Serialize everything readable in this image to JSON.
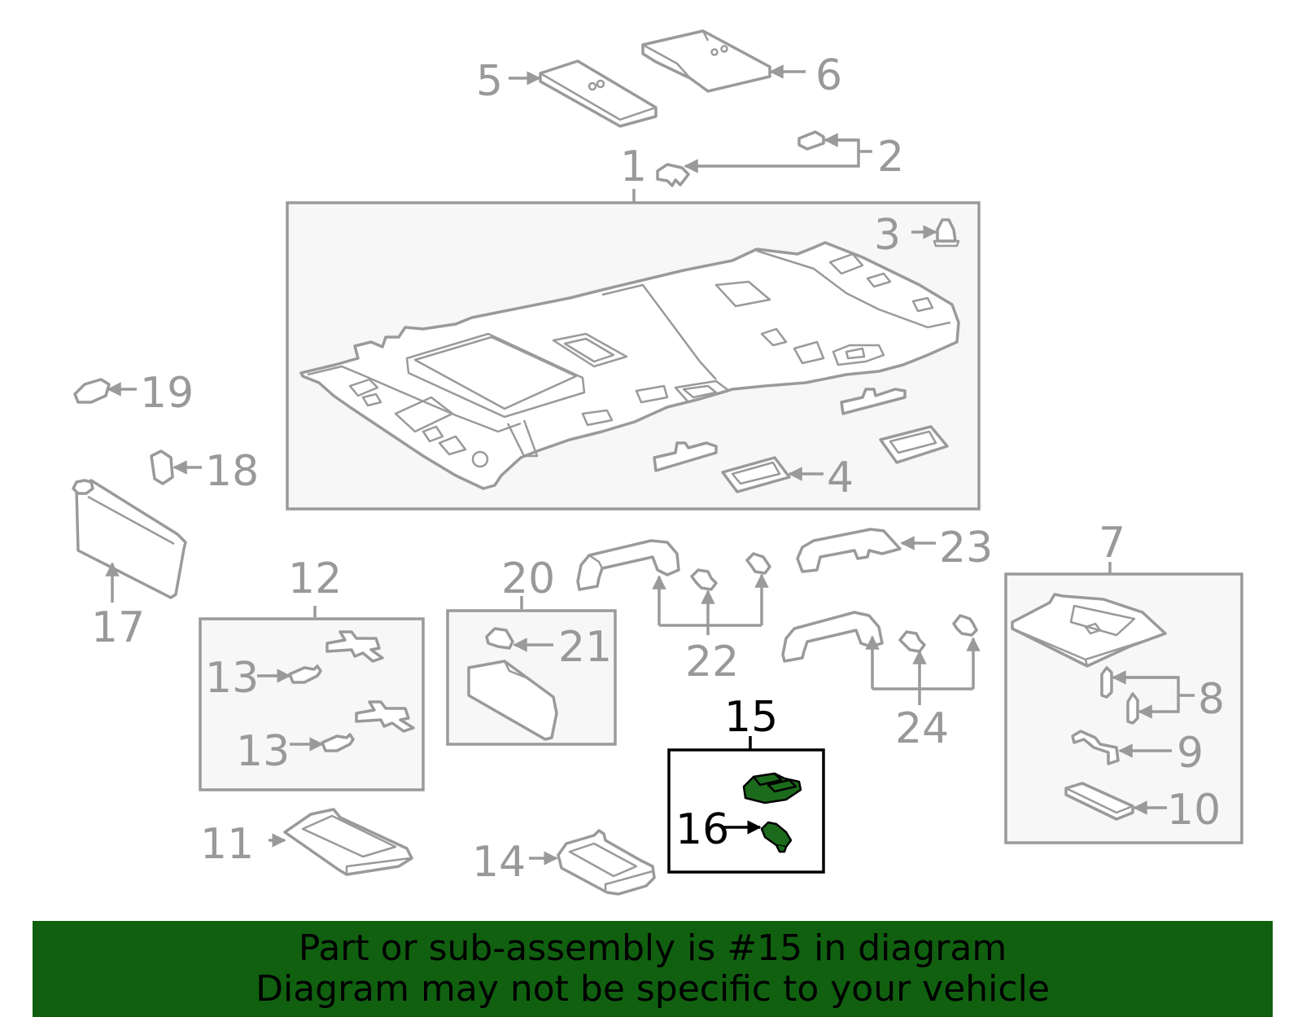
{
  "colors": {
    "part_stroke": "#9a9a9a",
    "highlight_stroke": "#000000",
    "highlight_fill": "#1c6b1c",
    "banner_bg": "#106010",
    "box_fill": "#f7f7f7"
  },
  "callouts": {
    "c1": "1",
    "c2": "2",
    "c3": "3",
    "c4": "4",
    "c5": "5",
    "c6": "6",
    "c7": "7",
    "c8": "8",
    "c9": "9",
    "c10": "10",
    "c11": "11",
    "c12": "12",
    "c13a": "13",
    "c13b": "13",
    "c14": "14",
    "c15": "15",
    "c16": "16",
    "c17": "17",
    "c18": "18",
    "c19": "19",
    "c20": "20",
    "c21": "21",
    "c22": "22",
    "c23": "23",
    "c24": "24"
  },
  "banner": {
    "line1": "Part or sub-assembly is #15 in diagram",
    "line2": "Diagram may not be specific to your vehicle"
  }
}
